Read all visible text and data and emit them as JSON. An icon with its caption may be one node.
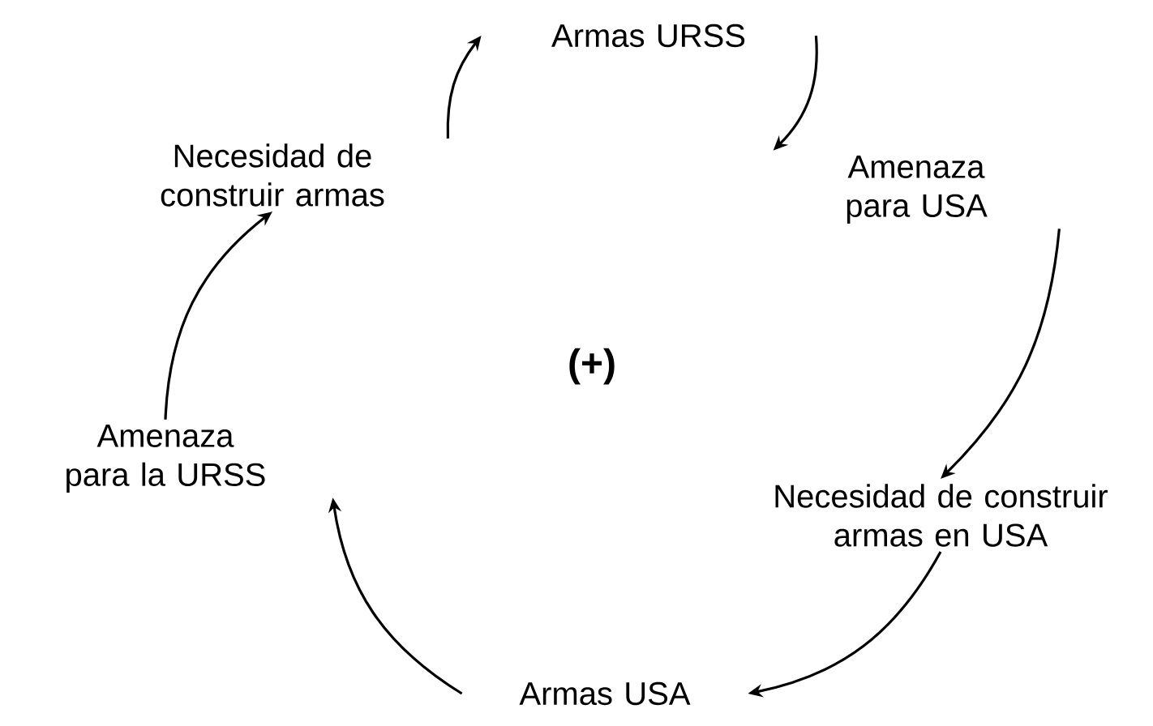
{
  "diagram": {
    "nodes": [
      {
        "text": [
          "Armas URSS"
        ]
      },
      {
        "text": [
          "Amenaza para USA"
        ]
      },
      {
        "text": [
          "Necesidad de construir armas en USA"
        ]
      },
      {
        "text": [
          "Armas USA"
        ]
      },
      {
        "text": [
          "Amenaza para la URSS"
        ]
      },
      {
        "text": [
          "Necesidad de construir armas"
        ]
      }
    ],
    "edges": [
      {
        "from": 0,
        "to": 1,
        "arrow": "to"
      },
      {
        "from": 1,
        "to": 2,
        "arrow": "to"
      },
      {
        "from": 2,
        "to": 3,
        "arrow": "to"
      },
      {
        "from": 3,
        "to": 4,
        "arrow": "to"
      },
      {
        "from": 4,
        "to": 5,
        "arrow": "to"
      },
      {
        "from": 5,
        "to": 0,
        "arrow": "to"
      }
    ],
    "labels": [
      "(+)"
    ]
  }
}
